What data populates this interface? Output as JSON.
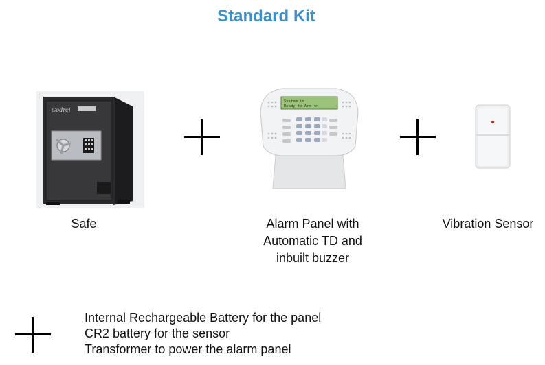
{
  "title": "Standard Kit",
  "items": [
    {
      "caption": "Safe",
      "brand": "Godrej"
    },
    {
      "caption_lines": [
        "Alarm Panel with",
        "Automatic TD and",
        "inbuilt buzzer"
      ],
      "display_lines": [
        "System is",
        "Ready to Arm  <>"
      ]
    },
    {
      "caption": "Vibration Sensor"
    }
  ],
  "notes": [
    "Internal Rechargeable Battery for the panel",
    "CR2 battery for the sensor",
    "Transformer to power the alarm panel"
  ]
}
